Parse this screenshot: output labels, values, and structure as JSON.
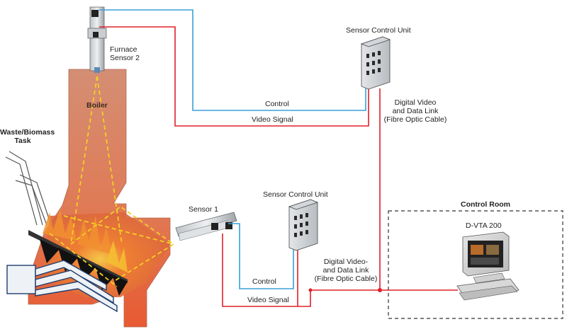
{
  "labels": {
    "furnace_sensor_2": [
      "Furnace",
      "Sensor 2"
    ],
    "boiler": "Boiler",
    "waste_task": [
      "Waste/Biomass",
      "Task"
    ],
    "sensor_1": "Sensor 1",
    "scu_top": "Sensor Control Unit",
    "scu_bottom": "Sensor Control Unit",
    "control_top": "Control",
    "video_top": "Video Signal",
    "control_bottom": "Control",
    "video_bottom": "Video Signal",
    "link_top": [
      "Digital Video",
      "and Data Link",
      "(Fibre Optic Cable)"
    ],
    "link_bottom": [
      "Digital Video-",
      "and Data Link",
      "(Fibre Optic Cable)"
    ],
    "control_room": "Control Room",
    "dvta": "D-VTA 200"
  },
  "colors": {
    "control_line": "#3aa0d8",
    "video_line": "#e0202a",
    "furnace_wall": "#d98a70",
    "fire": "#e8502a",
    "scan_path": "#f2d024"
  }
}
